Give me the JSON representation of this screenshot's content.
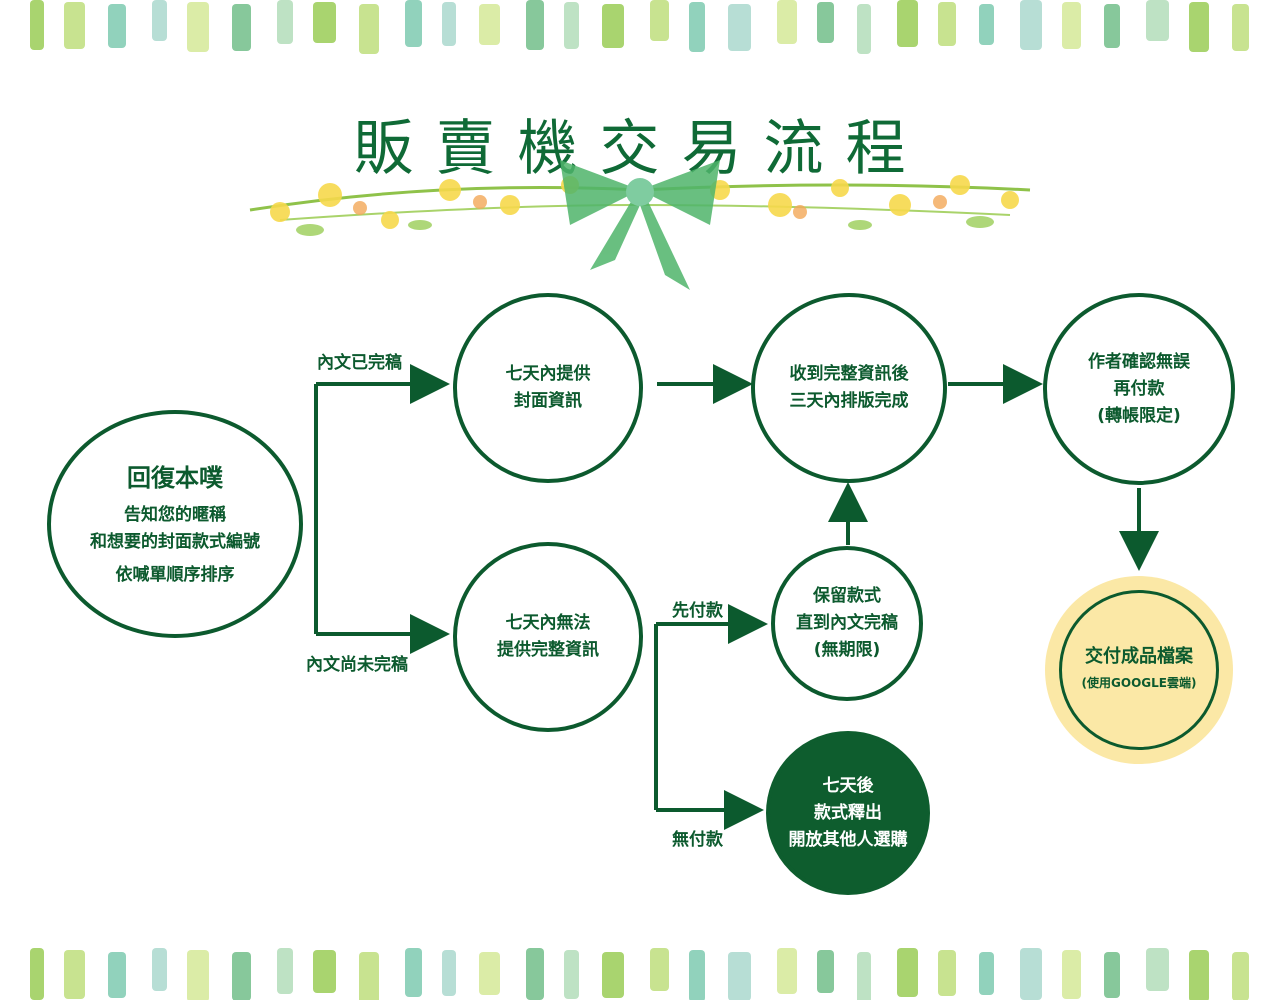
{
  "title": "販賣機交易流程",
  "colors": {
    "primary": "#0c5a2e",
    "dark_node": "#0e5d2e",
    "final_fill": "#fbe8a6"
  },
  "decorations": {
    "garland": "flower-garland-with-bow",
    "stripes": "watercolor-green-stripes"
  },
  "start_node": {
    "heading": "回復本噗",
    "line1": "告知您的暱稱",
    "line2": "和想要的封面款式編號",
    "line3": "依喊單順序排序"
  },
  "edges": {
    "text_done": "內文已完稿",
    "text_not_done": "內文尚未完稿",
    "prepay": "先付款",
    "no_pay": "無付款"
  },
  "nodes": {
    "provide_cover": [
      "七天內提供",
      "封面資訊"
    ],
    "layout": [
      "收到完整資訊後",
      "三天內排版完成"
    ],
    "confirm": [
      "作者確認無誤",
      "再付款",
      "(轉帳限定)"
    ],
    "cannot_provide": [
      "七天內無法",
      "提供完整資訊"
    ],
    "reserve": [
      "保留款式",
      "直到內文完稿",
      "(無期限)"
    ],
    "release": [
      "七天後",
      "款式釋出",
      "開放其他人選購"
    ],
    "deliver": [
      "交付成品檔案",
      "(使用GOOGLE雲端)"
    ]
  }
}
